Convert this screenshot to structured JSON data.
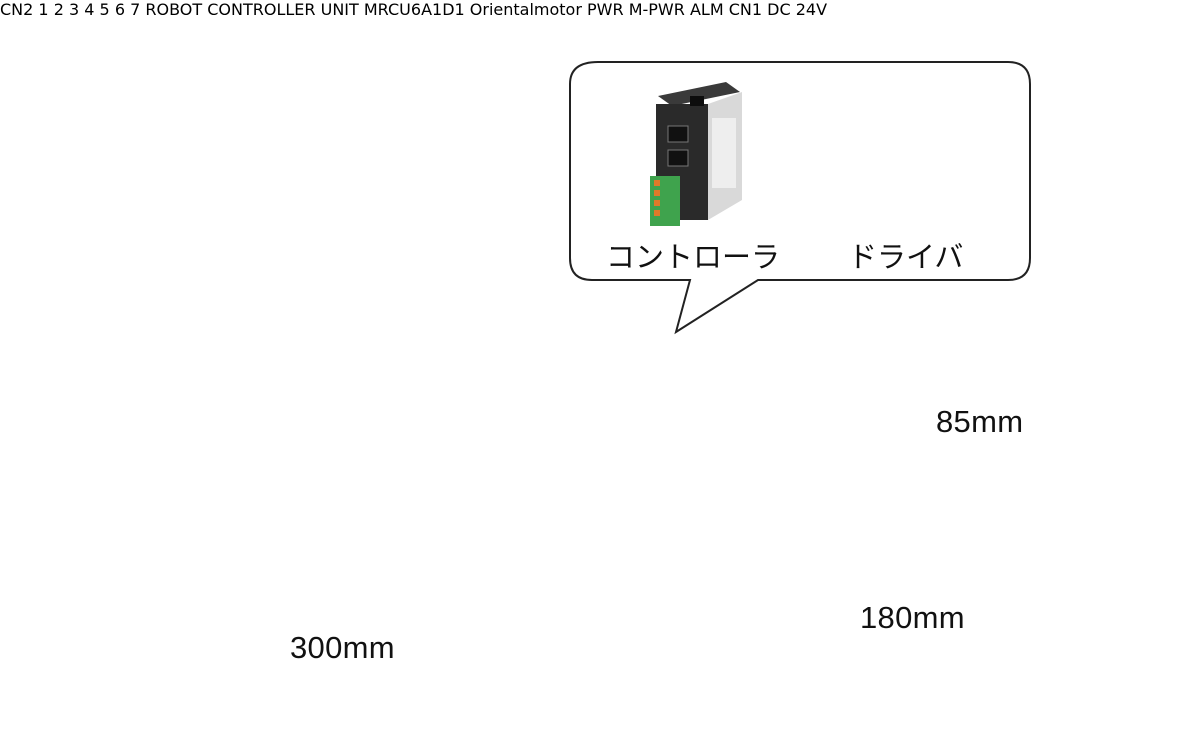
{
  "callout": {
    "controller_label": "コントローラ",
    "driver_label": "ドライバ"
  },
  "dimensions": {
    "height": "85mm",
    "depth": "180mm",
    "width": "300mm"
  },
  "device": {
    "brand": "Orientalmotor",
    "model": "MRCU6A1D1",
    "model_line": "ROBOT CONTROLLER UNIT",
    "port_labels": [
      "CN2",
      "1",
      "2",
      "3",
      "4",
      "5",
      "6",
      "7"
    ],
    "led_labels": [
      "PWR",
      "M-PWR",
      "ALM"
    ],
    "power_label": "CN1",
    "power_rating": "DC 24V"
  },
  "colors": {
    "housing": "#ececec",
    "panel": "#f4f4f4",
    "connector": "#1c1c1c",
    "led_green": "#19c23a"
  }
}
